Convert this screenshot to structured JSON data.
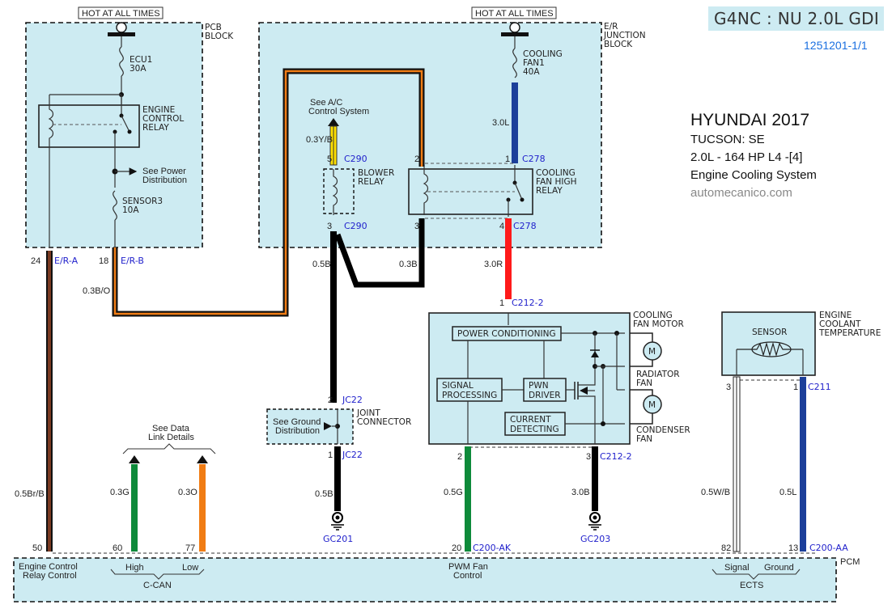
{
  "header": {
    "engine_code": "G4NC : NU 2.0L GDI",
    "doc_number": "1251201-1/1",
    "make_year": "HYUNDAI 2017",
    "model_trim": "TUCSON:  SE",
    "engine_spec": "2.0L -  164 HP L4 -[4]",
    "system": "Engine Cooling System",
    "source": "automecanico.com"
  },
  "blocks": {
    "pcb": {
      "label_l1": "PCB",
      "label_l2": "BLOCK",
      "hot_label": "HOT AT ALL TIMES",
      "fuse1_name": "ECU1",
      "fuse1_rating": "30A",
      "relay_l1": "ENGINE",
      "relay_l2": "CONTROL",
      "relay_l3": "RELAY",
      "see_power_l1": "See Power",
      "see_power_l2": "Distribution",
      "fuse2_name": "SENSOR3",
      "fuse2_rating": "10A",
      "pin_a": "24",
      "conn_a": "E/R-A",
      "pin_b": "18",
      "conn_b": "E/R-B"
    },
    "er_junction": {
      "label_l1": "E/R",
      "label_l2": "JUNCTION",
      "label_l3": "BLOCK",
      "hot_label": "HOT AT ALL TIMES",
      "fuse_l1": "COOLING",
      "fuse_l2": "FAN1",
      "fuse_l3": "40A",
      "ac_l1": "See A/C",
      "ac_l2": "Control System",
      "blower_l1": "BLOWER",
      "blower_l2": "RELAY",
      "cfh_l1": "COOLING",
      "cfh_l2": "FAN HIGH",
      "cfh_l3": "RELAY",
      "pin5": "5",
      "c290_top": "C290",
      "pin3_blower": "3",
      "c290_bot": "C290",
      "pin2": "2",
      "pin3_cfh": "3",
      "pin1": "1",
      "c278_top": "C278",
      "pin4": "4",
      "c278_bot": "C278"
    },
    "fan_motor": {
      "label_l1": "COOLING",
      "label_l2": "FAN MOTOR",
      "power_cond": "POWER CONDITIONING",
      "sig_l1": "SIGNAL",
      "sig_l2": "PROCESSING",
      "pwn_l1": "PWN",
      "pwn_l2": "DRIVER",
      "cur_l1": "CURRENT",
      "cur_l2": "DETECTING",
      "radiator_l1": "RADIATOR",
      "radiator_l2": "FAN",
      "condenser_l1": "CONDENSER",
      "condenser_l2": "FAN",
      "motor_symbol": "M",
      "pin1": "1",
      "conn_top": "C212-2",
      "pin2": "2",
      "pin3": "3",
      "conn_bot": "C212-2"
    },
    "ect": {
      "label_l1": "ENGINE",
      "label_l2": "COOLANT",
      "label_l3": "TEMPERATURE",
      "sensor": "SENSOR",
      "pin3": "3",
      "pin1": "1",
      "conn": "C211"
    },
    "joint": {
      "label_l1": "JOINT",
      "label_l2": "CONNECTOR",
      "see_gnd_l1": "See Ground",
      "see_gnd_l2": "Distribution",
      "pin2": "2",
      "conn_top": "JC22",
      "pin1": "1",
      "conn_bot": "JC22"
    },
    "data_link": {
      "l1": "See Data",
      "l2": "Link Details"
    },
    "pcm": {
      "label": "PCM",
      "pin50": "50",
      "ecr_l1": "Engine Control",
      "ecr_l2": "Relay Control",
      "pin60": "60",
      "pin77": "77",
      "high": "High",
      "low": "Low",
      "ccan": "C-CAN",
      "pin20": "20",
      "conn_ak": "C200-AK",
      "pwm_l1": "PWM Fan",
      "pwm_l2": "Control",
      "pin82": "82",
      "pin13": "13",
      "conn_aa": "C200-AA",
      "signal": "Signal",
      "ground": "Ground",
      "ects": "ECTS"
    }
  },
  "wires": {
    "er_a": "0.5Br/B",
    "er_b": "0.3B/O",
    "ac": "0.3Y/B",
    "blower_gnd": "0.5B",
    "cfh_coil": "0.3B",
    "fuse_feed": "3.0L",
    "fan_feed": "3.0R",
    "can_high": "0.3G",
    "can_low": "0.3O",
    "joint_gnd": "0.5B",
    "pwm": "0.5G",
    "fan_gnd": "3.0B",
    "ect_signal": "0.5W/B",
    "ect_ground": "0.5L"
  },
  "grounds": {
    "g1": "GC201",
    "g2": "GC203"
  },
  "colors": {
    "block_fill": "#cdebf2",
    "wire_black": "#000000",
    "wire_brown": "#7a3a22",
    "wire_orange": "#f07c14",
    "wire_blue": "#1c3f9a",
    "wire_red": "#ff1a1a",
    "wire_green": "#0e8a3a",
    "wire_yellow": "#ffe000",
    "connector_blue": "#2222cc",
    "doc_number": "#1a6fe0"
  }
}
